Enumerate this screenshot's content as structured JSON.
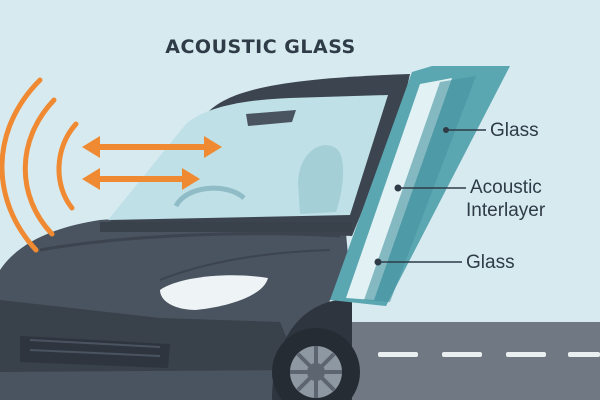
{
  "diagram": {
    "title": "ACOUSTIC GLASS",
    "layers": [
      {
        "label": "Glass"
      },
      {
        "label_line1": "Acoustic",
        "label_line2": "Interlayer"
      },
      {
        "label": "Glass"
      }
    ],
    "colors": {
      "sky": "#d6eaf0",
      "car_body": "#4a5360",
      "car_dark": "#2e353f",
      "glass_outer": "#5aa6b1",
      "glass_inner": "#e2f2f4",
      "windshield": "#bfe0e7",
      "sound_waves": "#f08a32",
      "road": "#707883",
      "text": "#2f3b47"
    },
    "icons": [
      "sound-wave-icon",
      "double-arrow-icon"
    ]
  }
}
